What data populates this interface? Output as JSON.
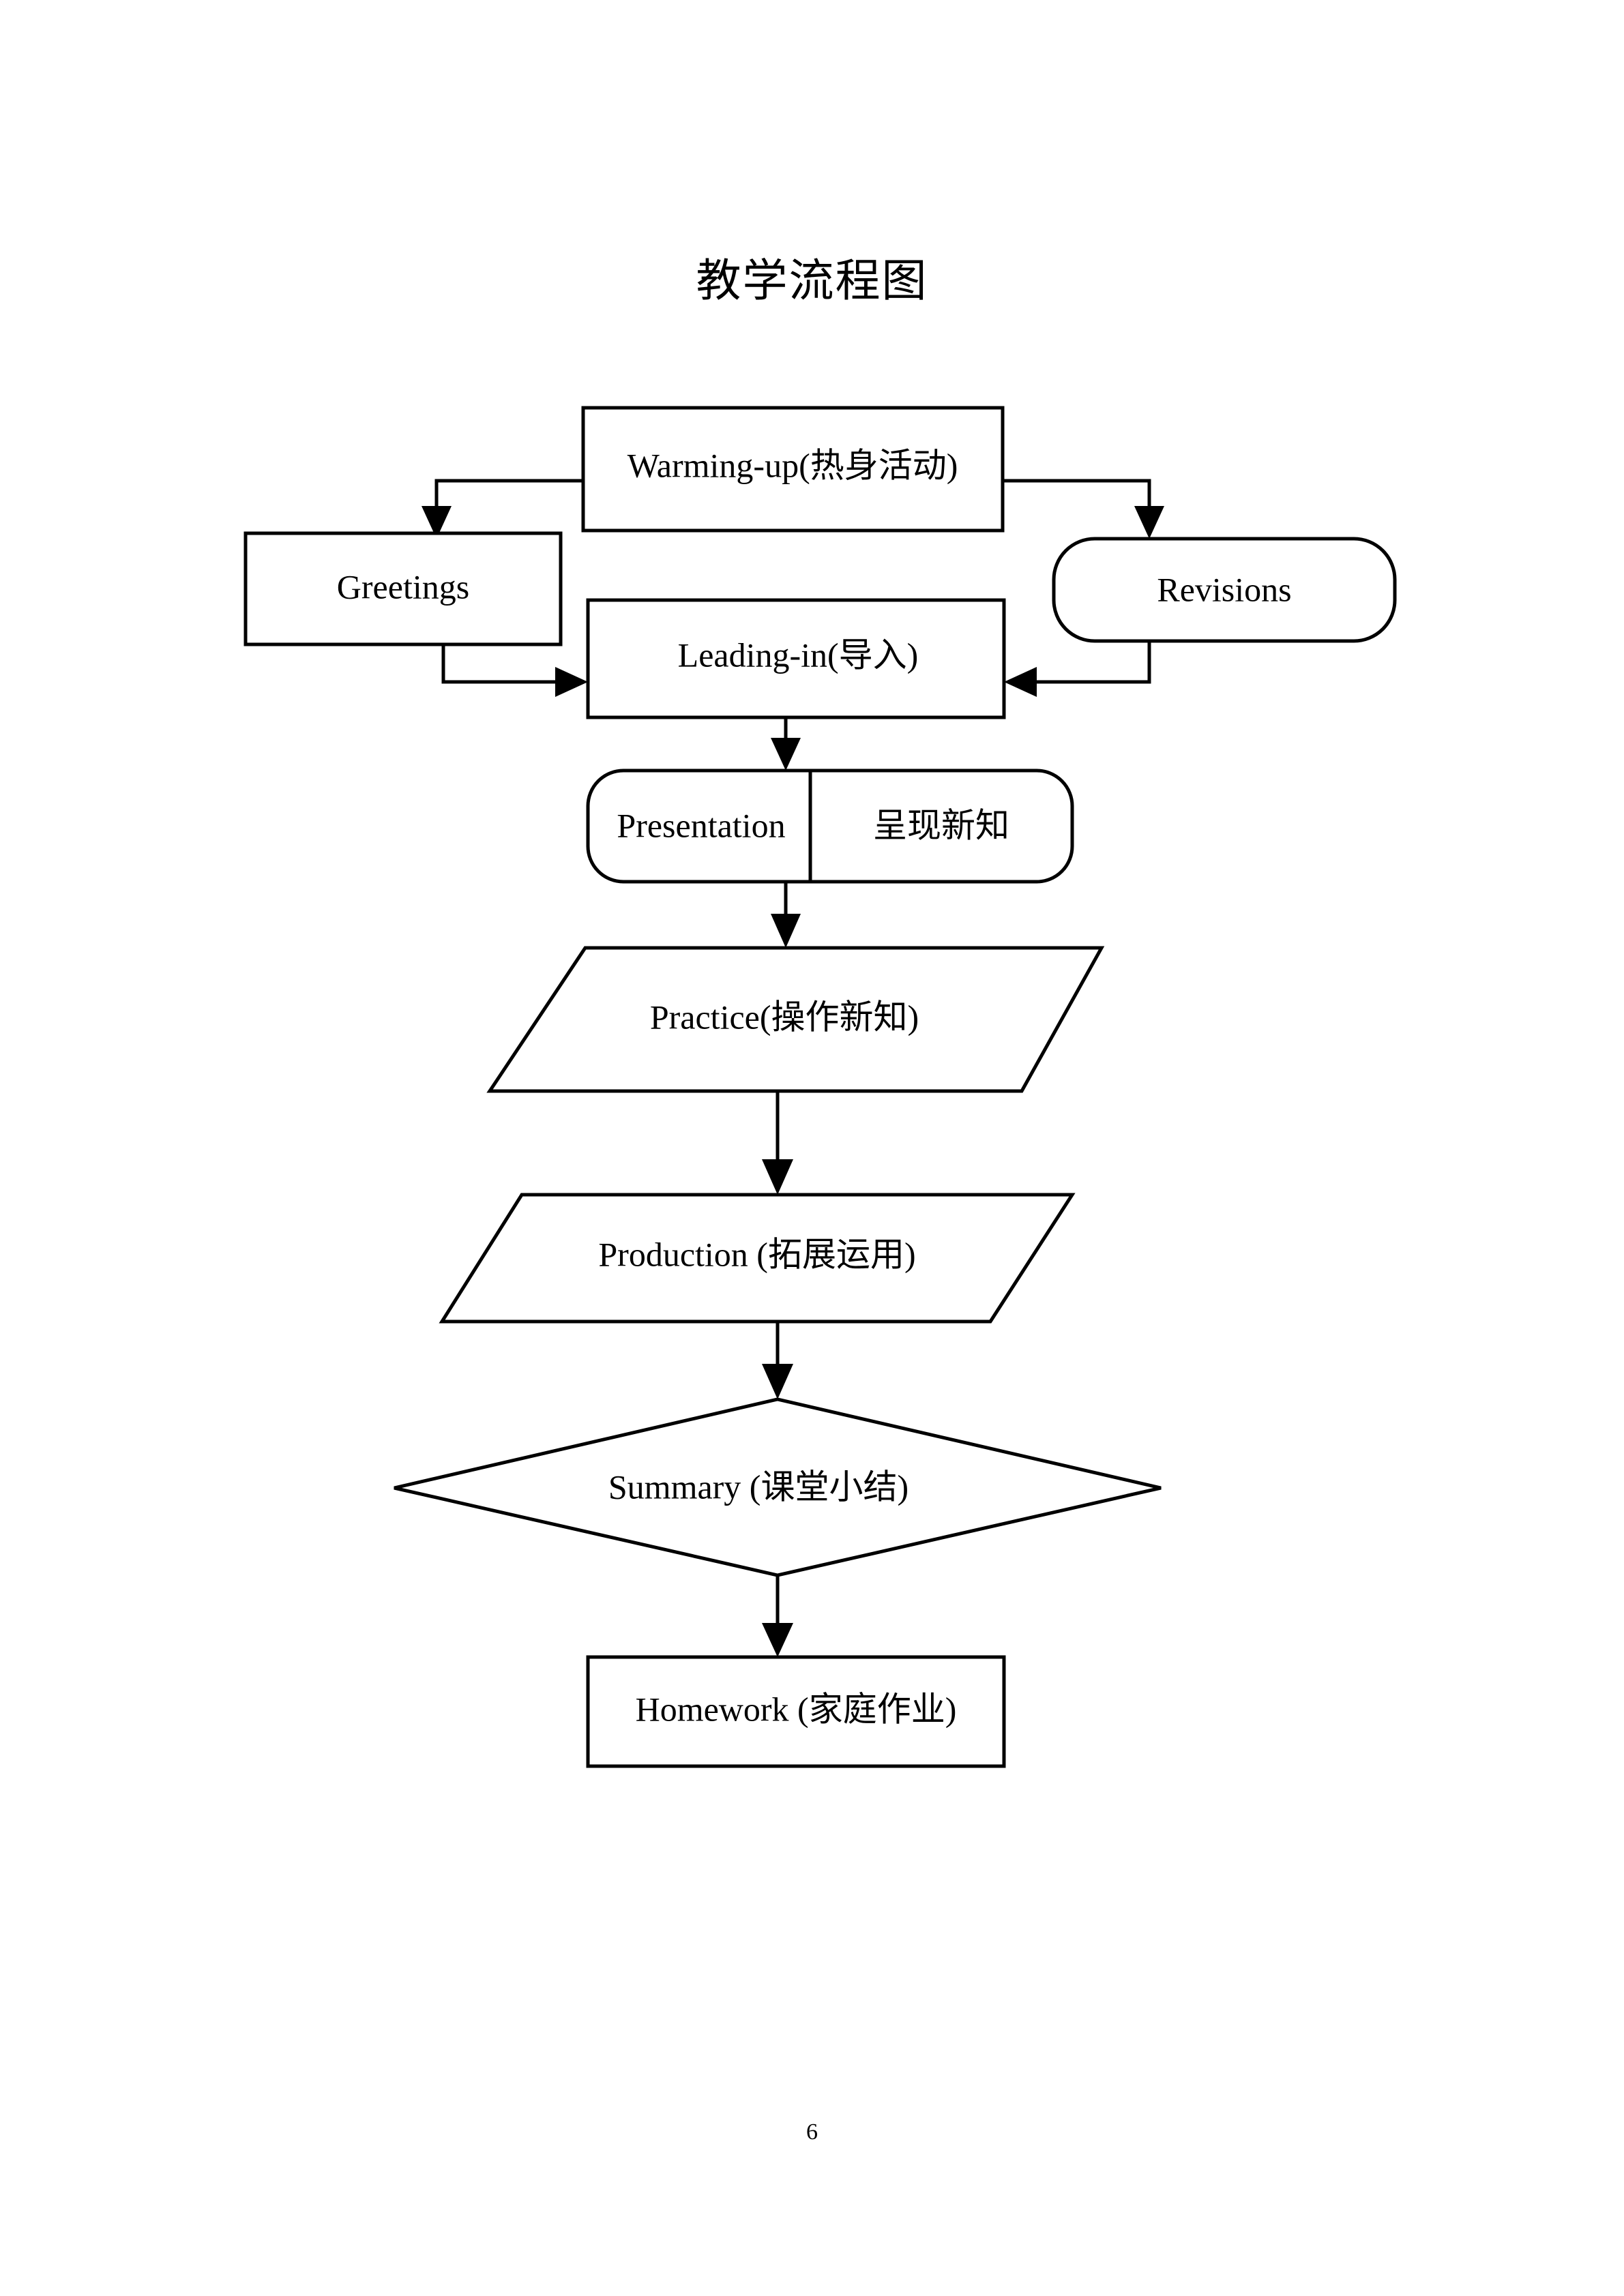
{
  "page": {
    "title": "教学流程图",
    "page_number": "6",
    "background_color": "#ffffff",
    "line_color": "#000000",
    "text_color": "#000000"
  },
  "diagram": {
    "type": "flowchart",
    "title": "教学流程图",
    "nodes": [
      {
        "id": "warming-up",
        "label": "Warming-up(热身活动)",
        "shape": "rectangle"
      },
      {
        "id": "greetings",
        "label": "Greetings",
        "shape": "rectangle"
      },
      {
        "id": "revisions",
        "label": "Revisions",
        "shape": "rounded-rectangle"
      },
      {
        "id": "leading-in",
        "label": "Leading-in(导入)",
        "shape": "rectangle"
      },
      {
        "id": "presentation",
        "label": "Presentation",
        "label_secondary": "呈现新知",
        "shape": "rounded-rectangle-split"
      },
      {
        "id": "practice",
        "label": "Practice(操作新知)",
        "shape": "parallelogram"
      },
      {
        "id": "production",
        "label": "Production (拓展运用)",
        "shape": "parallelogram"
      },
      {
        "id": "summary",
        "label": "Summary (课堂小结)",
        "shape": "diamond"
      },
      {
        "id": "homework",
        "label": "Homework (家庭作业)",
        "shape": "rectangle"
      }
    ],
    "edges": [
      {
        "from": "warming-up",
        "to": "greetings",
        "style": "elbow-left-down"
      },
      {
        "from": "warming-up",
        "to": "revisions",
        "style": "elbow-right-down"
      },
      {
        "from": "greetings",
        "to": "leading-in",
        "style": "elbow-down-right"
      },
      {
        "from": "revisions",
        "to": "leading-in",
        "style": "elbow-down-left"
      },
      {
        "from": "leading-in",
        "to": "presentation",
        "style": "straight-down"
      },
      {
        "from": "presentation",
        "to": "practice",
        "style": "straight-down"
      },
      {
        "from": "practice",
        "to": "production",
        "style": "straight-down"
      },
      {
        "from": "production",
        "to": "summary",
        "style": "straight-down"
      },
      {
        "from": "summary",
        "to": "homework",
        "style": "straight-down"
      }
    ]
  }
}
